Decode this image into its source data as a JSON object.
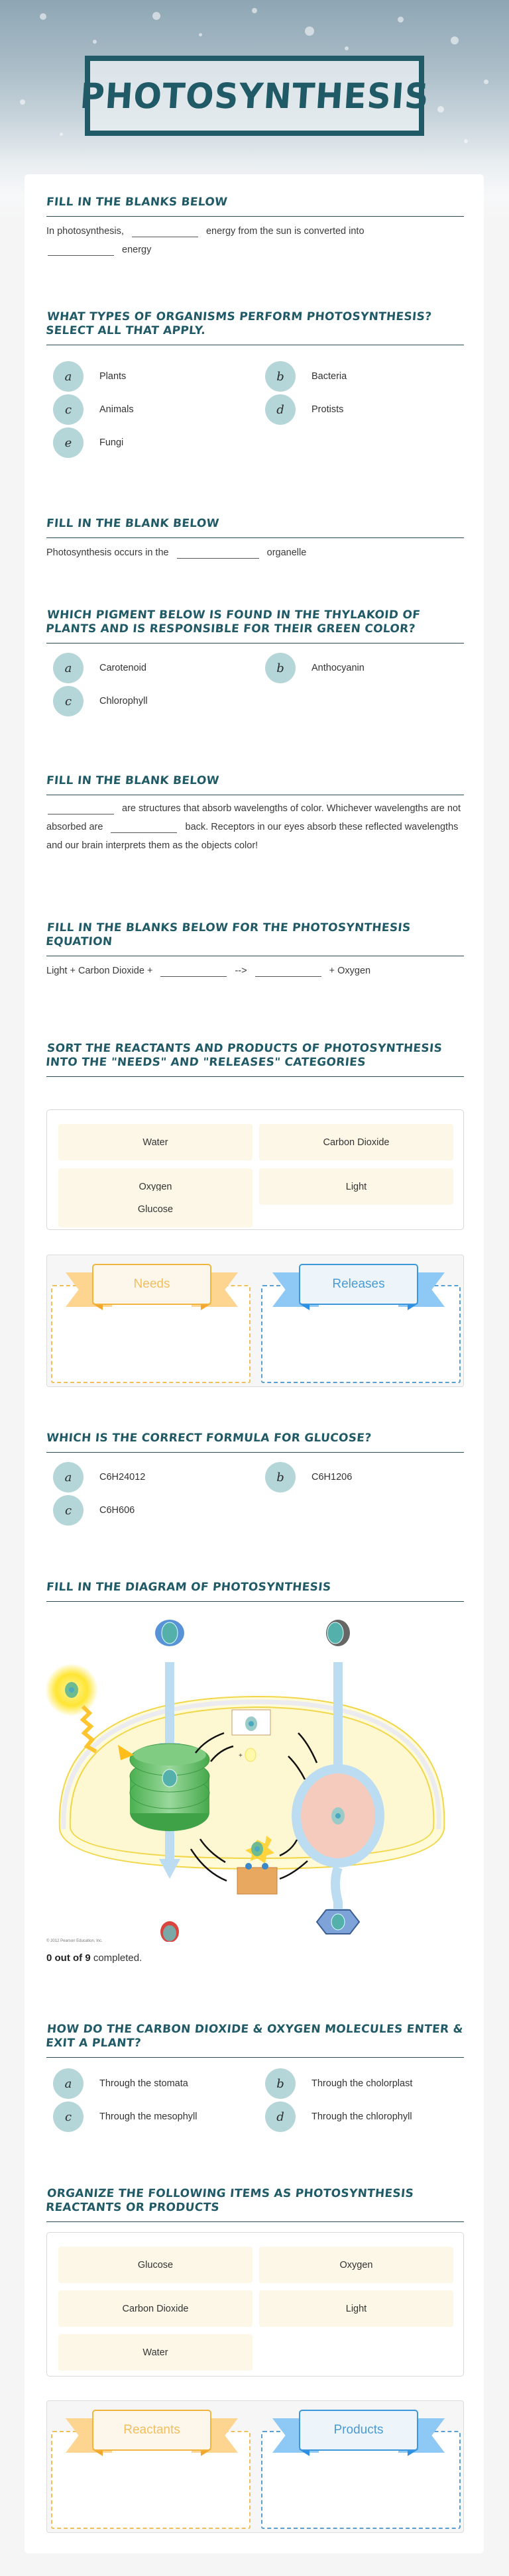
{
  "header": {
    "title": "Photosynthesis"
  },
  "colors": {
    "heading": "#1f5a66",
    "bubble": "#b5d6d9",
    "item_bg": "#fcf7e6",
    "needs_orange": "#f0b43f",
    "releases_blue": "#3d97db"
  },
  "q1": {
    "heading": "Fill in the blanks below",
    "text_1": "In photosynthesis,",
    "text_2": "energy from the sun is converted into",
    "text_3": "energy"
  },
  "q2": {
    "heading": "What types of organisms perform photosynthesis? Select all that apply.",
    "options": [
      {
        "letter": "a",
        "label": "Plants"
      },
      {
        "letter": "b",
        "label": "Bacteria"
      },
      {
        "letter": "c",
        "label": "Animals"
      },
      {
        "letter": "d",
        "label": "Protists"
      },
      {
        "letter": "e",
        "label": "Fungi"
      }
    ]
  },
  "q3": {
    "heading": "Fill in the blank below",
    "text_1": "Photosynthesis occurs in the",
    "text_2": "organelle"
  },
  "q4": {
    "heading": "Which pigment below is found in the thylakoid of plants and is responsible for their green color?",
    "options": [
      {
        "letter": "a",
        "label": "Carotenoid"
      },
      {
        "letter": "b",
        "label": "Anthocyanin"
      },
      {
        "letter": "c",
        "label": "Chlorophyll"
      }
    ]
  },
  "q5": {
    "heading": "Fill in the blank below",
    "text_1": "are structures that absorb wavelengths of color. Whichever wavelengths are not absorbed are",
    "text_2": "back. Receptors in our eyes absorb these reflected wavelengths and our brain interprets them as the objects color!"
  },
  "q6": {
    "heading": "Fill in the blanks below for the photosynthesis equation",
    "text_1": "Light + Carbon Dioxide +",
    "text_2": "-->",
    "text_3": "+ Oxygen"
  },
  "q7": {
    "heading": "Sort the reactants and products of photosynthesis into the \"Needs\" and \"Releases\" categories",
    "items": [
      "Water",
      "Carbon Dioxide",
      "Oxygen",
      "Light",
      "Glucose"
    ],
    "bins": [
      "Needs",
      "Releases"
    ]
  },
  "q8": {
    "heading": "Which is the correct formula for glucose?",
    "options": [
      {
        "letter": "a",
        "label": "C6H24012"
      },
      {
        "letter": "b",
        "label": "C6H1206"
      },
      {
        "letter": "c",
        "label": "C6H606"
      }
    ]
  },
  "q9": {
    "heading": "Fill in the diagram of photosynthesis",
    "copyright": "© 2012 Pearson Education, Inc.",
    "progress_count": "0 out of 9",
    "progress_suffix": " completed."
  },
  "q10": {
    "heading": "How do the carbon dioxide & oxygen molecules enter & exit a plant?",
    "options": [
      {
        "letter": "a",
        "label": "Through the stomata"
      },
      {
        "letter": "b",
        "label": "Through the cholorplast"
      },
      {
        "letter": "c",
        "label": "Through the mesophyll"
      },
      {
        "letter": "d",
        "label": "Through the chlorophyll"
      }
    ]
  },
  "q11": {
    "heading": "Organize the following items as photosynthesis reactants or products",
    "items": [
      "Glucose",
      "Oxygen",
      "Carbon Dioxide",
      "Light",
      "Water"
    ],
    "bins": [
      "Reactants",
      "Products"
    ]
  }
}
